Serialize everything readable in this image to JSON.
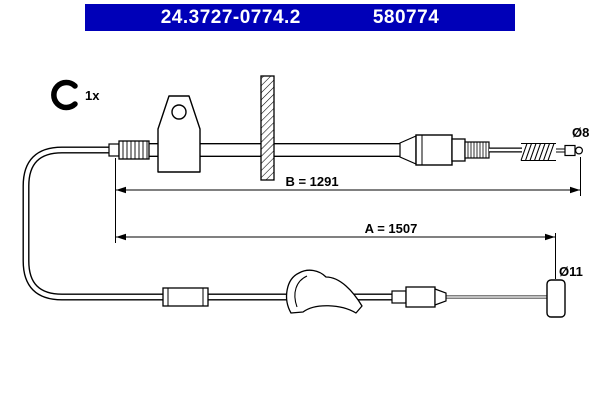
{
  "header": {
    "part_number": "24.3727-0774.2",
    "catalog_number": "580774"
  },
  "labels": {
    "clip_quantity": "1x",
    "dimension_b": "B = 1291",
    "dimension_a": "A = 1507",
    "diameter_top": "Ø8",
    "diameter_bottom": "Ø11"
  },
  "colors": {
    "header_bg": "#0000b8",
    "header_text": "#ffffff",
    "line": "#000000",
    "background": "#ffffff"
  }
}
